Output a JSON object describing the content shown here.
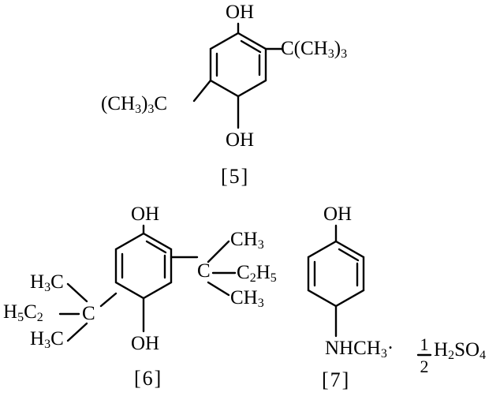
{
  "compound5": {
    "top_sub": "OH",
    "right_sub": "C(CH",
    "right_sub_sub": "3",
    "right_sub_tail": ")",
    "right_sub_tail_sub": "3",
    "left_sub_a": "(CH",
    "left_sub_a_sub": "3",
    "left_sub_b": ")",
    "left_sub_b_sub": "3",
    "left_sub_c": "C",
    "bottom_sub": "OH",
    "number": "[5]"
  },
  "compound6": {
    "top_sub": "OH",
    "bottom_sub": "OH",
    "right_top": "CH",
    "right_top_sub": "3",
    "right_c": "C",
    "right_mid": "C",
    "right_mid_sub1": "2",
    "right_mid_b": "H",
    "right_mid_sub2": "5",
    "right_bot": "CH",
    "right_bot_sub": "3",
    "left_top": "H",
    "left_top_sub": "3",
    "left_top_b": "C",
    "left_mid": "H",
    "left_mid_sub1": "5",
    "left_mid_b": "C",
    "left_mid_sub2": "2",
    "left_c": "C",
    "left_bot": "H",
    "left_bot_sub": "3",
    "left_bot_b": "C",
    "number": "[6]"
  },
  "compound7": {
    "top_sub": "OH",
    "amine": "NHCH",
    "amine_sub": "3",
    "dot": "·",
    "frac_num": "1",
    "frac_den": "2",
    "acid_a": "H",
    "acid_sub1": "2",
    "acid_b": "SO",
    "acid_sub2": "4",
    "number": "[7]"
  }
}
